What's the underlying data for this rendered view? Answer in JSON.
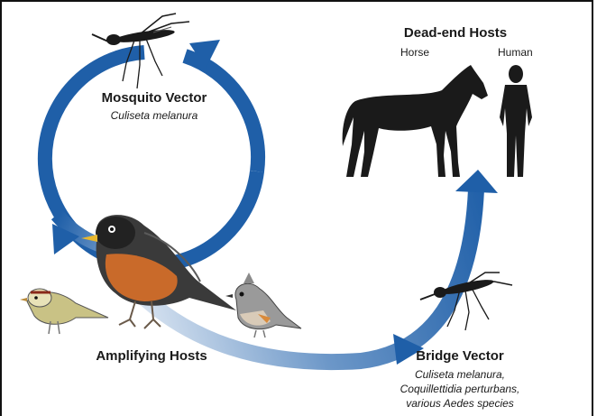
{
  "colors": {
    "arrow_blue": "#1f5fa8",
    "arrow_fade": "#c9d8ea",
    "silhouette": "#1a1a1a",
    "robin_breast": "#c96a2a",
    "robin_back": "#3a3a3a"
  },
  "icons": {
    "mosquito_top": "mosquito-icon",
    "mosquito_bridge": "mosquito-icon",
    "horse": "horse-silhouette-icon",
    "human": "human-silhouette-icon",
    "robin": "robin-icon",
    "sparrow": "sparrow-icon",
    "titmouse": "titmouse-icon"
  },
  "mosquito_vector": {
    "title": "Mosquito Vector",
    "species": "Culiseta melanura"
  },
  "dead_end_hosts": {
    "title": "Dead-end Hosts",
    "horse_label": "Horse",
    "human_label": "Human"
  },
  "amplifying_hosts": {
    "title": "Amplifying Hosts"
  },
  "bridge_vector": {
    "title": "Bridge Vector",
    "species_line1": "Culiseta melanura,",
    "species_line2": "Coquillettidia perturbans,",
    "species_line3": "various Aedes species"
  }
}
